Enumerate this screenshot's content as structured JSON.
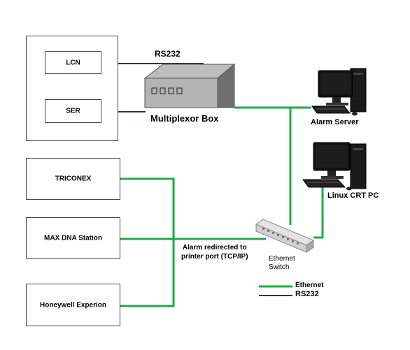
{
  "sources": {
    "lcn": "LCN",
    "ser": "SER",
    "triconex": "TRICONEX",
    "max_dna": "MAX DNA Station",
    "honeywell": "Honeywell Experion"
  },
  "devices": {
    "multiplexor": "Multiplexor Box",
    "alarm_server": "Alarm Server",
    "linux_pc": "Linux CRT PC",
    "switch": "Ethernet\nSwitch"
  },
  "labels": {
    "rs232_top": "RS232",
    "alarm_redirect": "Alarm redirected to\nprinter port (TCP/IP)"
  },
  "legend": {
    "ethernet": "Ethernet",
    "rs232": "RS232"
  },
  "colors": {
    "ethernet": "#22aa44",
    "rs232": "#2e2a66"
  }
}
